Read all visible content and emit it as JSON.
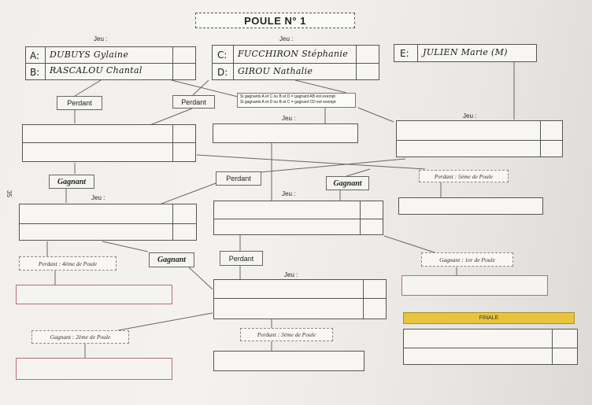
{
  "title": "POULE N° 1",
  "jeu_label": "Jeu :",
  "players": {
    "A": {
      "letter": "A:",
      "name": "DUBUYS Gylaine"
    },
    "B": {
      "letter": "B:",
      "name": "RASCALOU Chantal"
    },
    "C": {
      "letter": "C:",
      "name": "FUCCHIRON Stéphanie"
    },
    "D": {
      "letter": "D:",
      "name": "GIROU Nathalie"
    },
    "E": {
      "letter": "E:",
      "name": "JULIEN Marie (M)"
    }
  },
  "note_lines": [
    "Si gagnants A et C ou B et D = gagnant AB est exempt",
    "Si gagnants A et D ou B et C = gagnant CD est exempt"
  ],
  "labels": {
    "perdant": "Perdant",
    "gagnant": "Gagnant",
    "perdant_5eme": "Perdant : 5ème de Poule",
    "perdant_4eme": "Perdant : 4ème de Poule",
    "gagnant_1er": "Gagnant : 1er de Poule",
    "gagnant_2eme": "Gagnant : 2ème de Poule",
    "perdant_3eme": "Perdant : 3ème de Poule",
    "finale": "FINALE"
  },
  "page_number": "35"
}
